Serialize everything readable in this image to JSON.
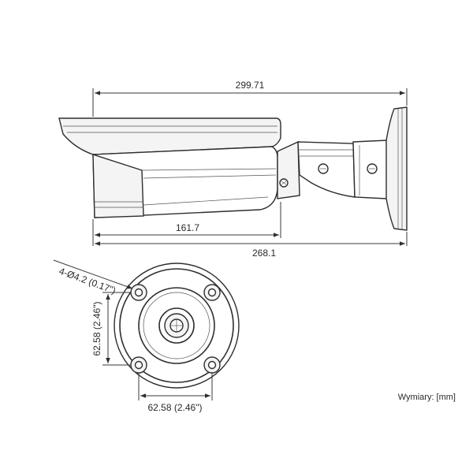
{
  "dimensions": {
    "total_length": "299.71",
    "housing_length": "161.7",
    "body_length": "268.1",
    "hole_spec": "4-Ø4.2 (0.17\")",
    "vertical_spacing": "62.58 (2.46\")",
    "horizontal_spacing": "62.58 (2.46\")"
  },
  "legend": {
    "units": "Wymiary: [mm]"
  },
  "colors": {
    "line": "#2e2e2e",
    "text": "#2a2a2a",
    "background": "#ffffff"
  }
}
